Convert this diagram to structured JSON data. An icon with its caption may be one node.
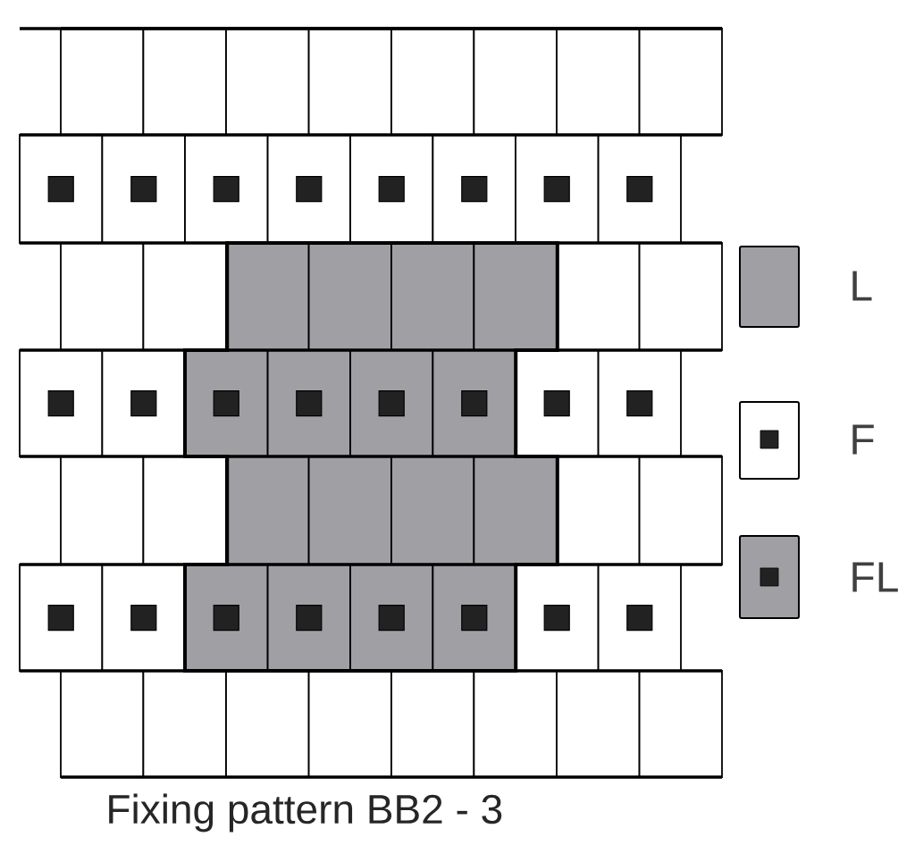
{
  "diagram": {
    "caption": "Fixing pattern BB2 - 3",
    "legend": [
      {
        "text": "L",
        "color": "#a0a0a4"
      },
      {
        "text": "F"
      },
      {
        "text": "FL"
      }
    ]
  }
}
